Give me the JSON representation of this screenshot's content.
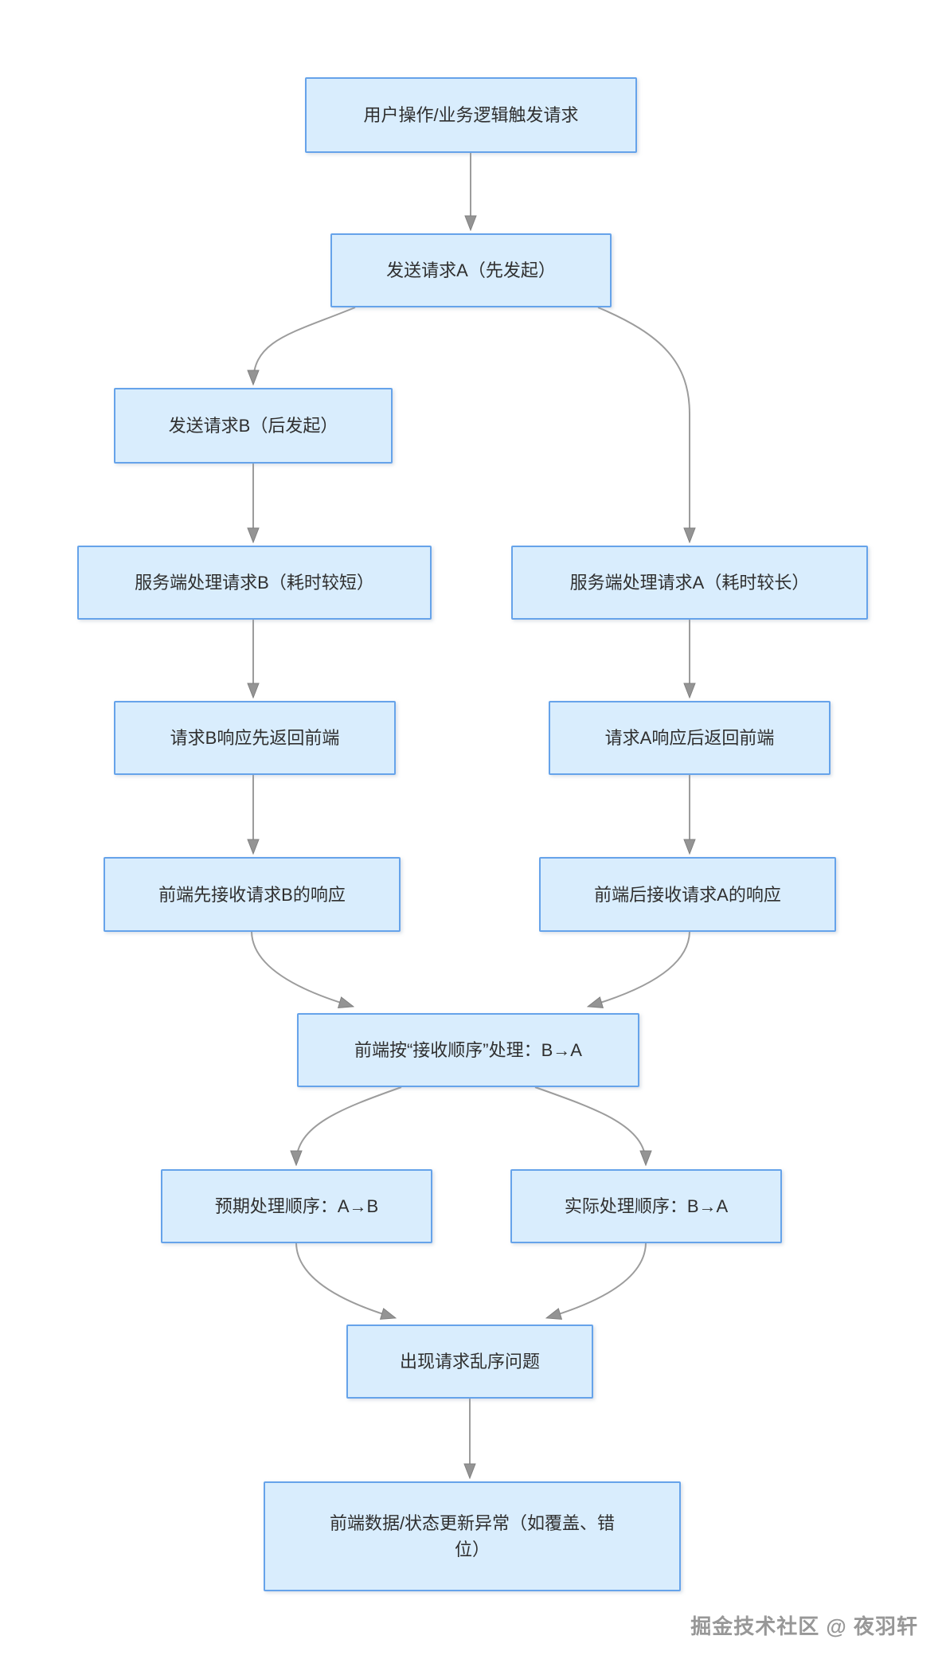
{
  "diagram": {
    "colors": {
      "background": "#ffffff",
      "node_fill": "#d9edfd",
      "node_border": "#66a3ea",
      "arrow": "#9c9c9c",
      "text": "#2f2f2f",
      "watermark": "#979797"
    },
    "nodes": [
      {
        "id": "user-action",
        "label": "用户操作/业务逻辑触发请求"
      },
      {
        "id": "send-a",
        "label": "发送请求A（先发起）"
      },
      {
        "id": "send-b",
        "label": "发送请求B（后发起）"
      },
      {
        "id": "server-b",
        "label": "服务端处理请求B（耗时较短）"
      },
      {
        "id": "server-a",
        "label": "服务端处理请求A（耗时较长）"
      },
      {
        "id": "resp-b",
        "label": "请求B响应先返回前端"
      },
      {
        "id": "resp-a",
        "label": "请求A响应后返回前端"
      },
      {
        "id": "recv-b",
        "label": "前端先接收请求B的响应"
      },
      {
        "id": "recv-a",
        "label": "前端后接收请求A的响应"
      },
      {
        "id": "process-order",
        "label": "前端按“接收顺序”处理：B→A"
      },
      {
        "id": "expected-order",
        "label": "预期处理顺序：A→B"
      },
      {
        "id": "actual-order",
        "label": "实际处理顺序：B→A"
      },
      {
        "id": "disorder-problem",
        "label": "出现请求乱序问题"
      },
      {
        "id": "state-error",
        "label": "前端数据/状态更新异常（如覆盖、错位）"
      }
    ],
    "watermark": "掘金技术社区 @ 夜羽轩"
  }
}
